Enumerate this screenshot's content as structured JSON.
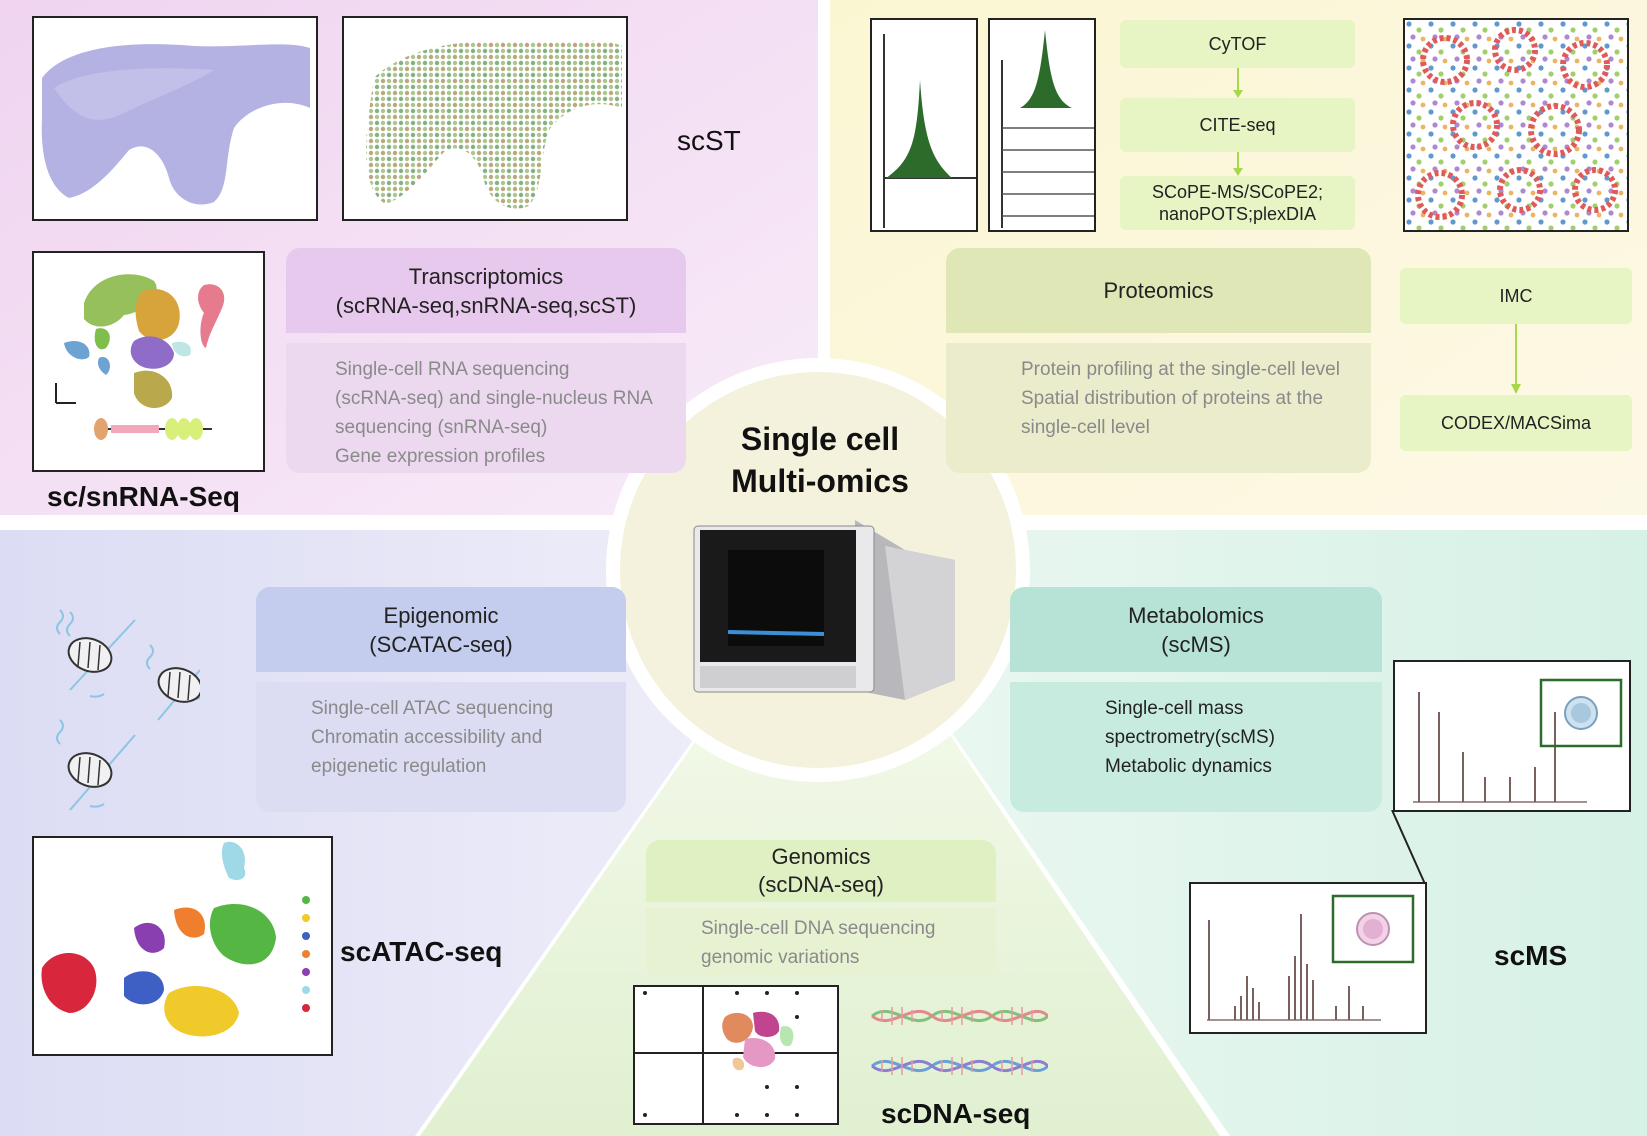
{
  "center": {
    "title_line1": "Single cell",
    "title_line2": "Multi-omics"
  },
  "transcriptomics": {
    "spatial_label": "scST",
    "header_line1": "Transcriptomics",
    "header_line2": "(scRNA-seq,snRNA-seq,scST)",
    "body": [
      "Single-cell RNA sequencing",
      "(scRNA-seq) and single-nucleus RNA",
      "sequencing (snRNA-seq)",
      "Gene expression profiles"
    ],
    "umap_label": "sc/snRNA-Seq"
  },
  "proteomics": {
    "methods": [
      "CyTOF",
      "CITE-seq",
      "SCoPE-MS/SCoPE2;",
      "nanoPOTS;plexDIA"
    ],
    "header": "Proteomics",
    "body": [
      "Protein profiling at the single-cell level",
      "Spatial distribution of proteins at the",
      "single-cell level"
    ],
    "imaging_methods": [
      "IMC",
      "CODEX/MACSima"
    ]
  },
  "epigenomic": {
    "header_line1": "Epigenomic",
    "header_line2": "(SCATAC-seq)",
    "body": [
      "Single-cell ATAC sequencing",
      "Chromatin accessibility and",
      "epigenetic regulation"
    ],
    "plot_label": "scATAC-seq"
  },
  "metabolomics": {
    "header_line1": "Metabolomics",
    "header_line2": "(scMS)",
    "body": [
      "Single-cell mass",
      "spectrometry(scMS)",
      "Metabolic dynamics"
    ],
    "plot_label": "scMS"
  },
  "genomics": {
    "header_line1": "Genomics",
    "header_line2": "(scDNA-seq)",
    "body": [
      "Single-cell DNA sequencing",
      "genomic variations"
    ],
    "plot_label": "scDNA-seq"
  },
  "colors": {
    "transcriptomics_bg": "#f3ddf3",
    "proteomics_bg": "#fbf5d6",
    "epigenomic_bg": "#e4e4f6",
    "metabolomics_bg": "#def3ea",
    "genomics_bg": "#e7f3d6",
    "dark_green": "#2d6b2a"
  }
}
